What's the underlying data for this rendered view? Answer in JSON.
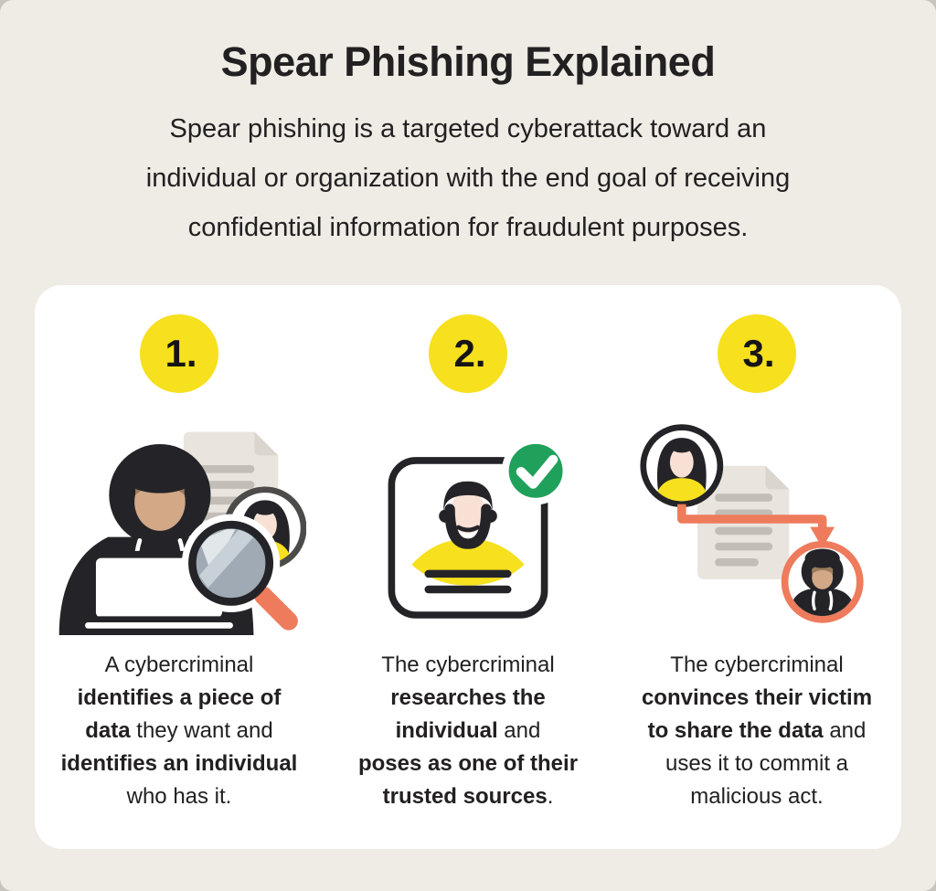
{
  "header": {
    "title": "Spear Phishing Explained",
    "subtitle_lines": [
      "Spear phishing is a targeted cyberattack toward an",
      "individual or organization with the end goal of receiving",
      "confidential information for fraudulent purposes."
    ]
  },
  "steps": [
    {
      "number": "1.",
      "illustration": "hacker-with-laptop-magnifier-and-victim-profile",
      "description_lines": [
        [
          {
            "t": "A cybercriminal",
            "b": false
          }
        ],
        [
          {
            "t": "identifies a piece of",
            "b": true
          }
        ],
        [
          {
            "t": "data",
            "b": true
          },
          {
            "t": " they want and",
            "b": false
          }
        ],
        [
          {
            "t": "identifies an individual",
            "b": true
          }
        ],
        [
          {
            "t": "who has it.",
            "b": false
          }
        ]
      ]
    },
    {
      "number": "2.",
      "illustration": "verified-id-card-of-trusted-source",
      "description_lines": [
        [
          {
            "t": "The cybercriminal",
            "b": false
          }
        ],
        [
          {
            "t": "researches the",
            "b": true
          }
        ],
        [
          {
            "t": "individual",
            "b": true
          },
          {
            "t": " and",
            "b": false
          }
        ],
        [
          {
            "t": "poses as one of their",
            "b": true
          }
        ],
        [
          {
            "t": "trusted sources",
            "b": true
          },
          {
            "t": ".",
            "b": false
          }
        ]
      ]
    },
    {
      "number": "3.",
      "illustration": "victim-data-flowing-to-hacker",
      "description_lines": [
        [
          {
            "t": "The cybercriminal",
            "b": false
          }
        ],
        [
          {
            "t": "convinces their victim",
            "b": true
          }
        ],
        [
          {
            "t": "to share the data",
            "b": true
          },
          {
            "t": " and",
            "b": false
          }
        ],
        [
          {
            "t": "uses it to commit a",
            "b": false
          }
        ],
        [
          {
            "t": "malicious act.",
            "b": false
          }
        ]
      ]
    }
  ],
  "colors": {
    "background": "#EFEBE5",
    "card": "#FFFFFF",
    "accent_yellow": "#F7E01E",
    "accent_green": "#1FA15C",
    "accent_orange": "#EE7B5C",
    "text": "#222021",
    "ink": "#242428",
    "ring_gray": "#4D4B49",
    "doc_fill": "#E9E5DE",
    "doc_fold": "#DAD5CD",
    "doc_line": "#C2BEB7",
    "skin_tan": "#D2A887",
    "skin_shade": "#9A7B5C",
    "skin_pink": "#F8E0D5",
    "lens": "#A0AAB4",
    "lens_hi": "#E9EDF0",
    "lens_hi2": "#C9D1D8"
  }
}
